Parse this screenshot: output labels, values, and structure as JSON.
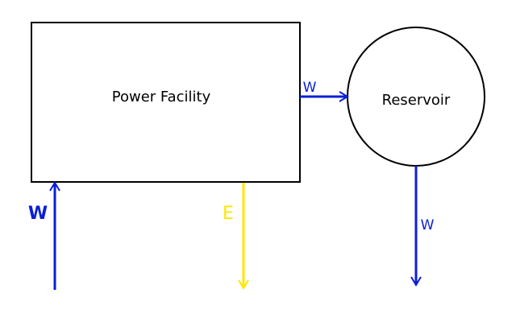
{
  "nodes": {
    "power_facility": {
      "label": "Power Facility"
    },
    "reservoir": {
      "label": "Reservoir"
    }
  },
  "flows": {
    "water_in": {
      "label": "W",
      "color": "#0a1fd6"
    },
    "energy_out": {
      "label": "E",
      "color": "#ffe600"
    },
    "water_to_reservoir": {
      "label": "W",
      "color": "#0a1fd6"
    },
    "reservoir_out": {
      "label": "W",
      "color": "#0a1fd6"
    }
  },
  "colors": {
    "stroke": "#000000",
    "background": "#ffffff"
  }
}
